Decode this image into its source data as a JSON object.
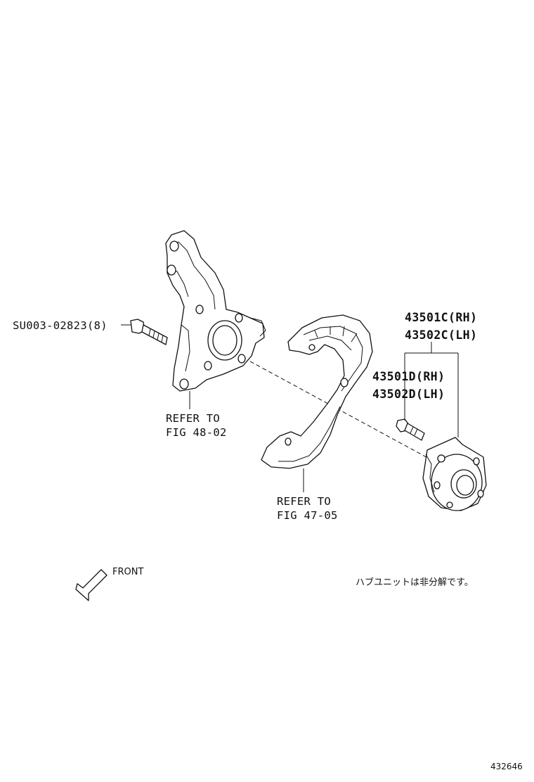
{
  "callouts": {
    "bolt_part": "SU003-02823(8)",
    "knuckle_ref_line1": "REFER TO",
    "knuckle_ref_line2": "FIG 48-02",
    "shield_ref_line1": "REFER TO",
    "shield_ref_line2": "FIG 47-05",
    "hub_rh_c": "43501C(RH)",
    "hub_lh_c": "43502C(LH)",
    "hub_rh_d": "43501D(RH)",
    "hub_lh_d": "43502D(LH)"
  },
  "front_label": "FRONT",
  "note_jp": "ハブユニットは非分解です。",
  "figure_number": "432646",
  "icons": {
    "front_arrow": "arrow-down-left-icon"
  }
}
